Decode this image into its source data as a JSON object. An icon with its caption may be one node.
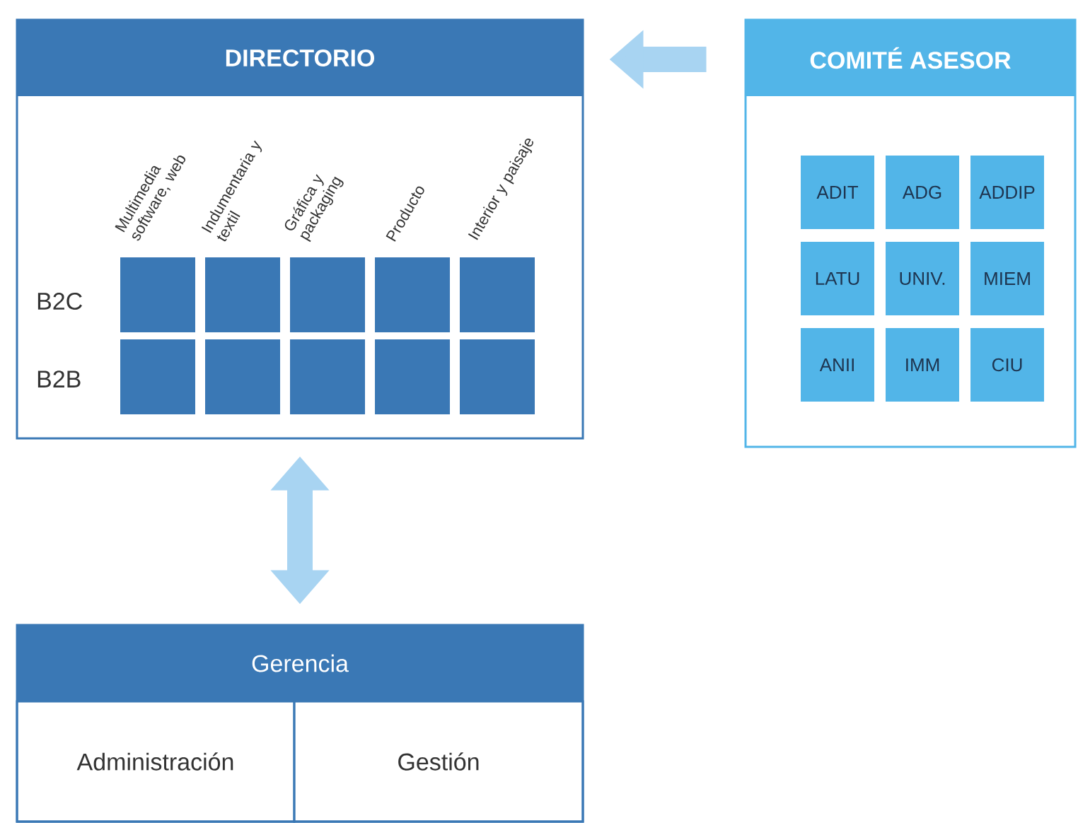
{
  "diagram": {
    "nodes": [
      {
        "text": [
          "DIRECTORIO"
        ]
      },
      {
        "text": [],
        "shape": "box",
        "in": 0
      },
      {
        "text": [],
        "shape": "box",
        "in": 0
      },
      {
        "text": [],
        "shape": "box",
        "in": 0
      },
      {
        "text": [],
        "shape": "box",
        "in": 0
      },
      {
        "text": [],
        "shape": "box",
        "in": 0
      },
      {
        "text": [],
        "shape": "box",
        "in": 0
      },
      {
        "text": [],
        "shape": "box",
        "in": 0
      },
      {
        "text": [],
        "shape": "box",
        "in": 0
      },
      {
        "text": [],
        "shape": "box",
        "in": 0
      },
      {
        "text": [],
        "shape": "box",
        "in": 0
      },
      {
        "text": [
          "COMITÉ ASESOR"
        ]
      },
      {
        "text": [
          "ADIT"
        ],
        "in": 11
      },
      {
        "text": [
          "ADG"
        ],
        "in": 11
      },
      {
        "text": [
          "ADDIP"
        ],
        "in": 11
      },
      {
        "text": [
          "LATU"
        ],
        "in": 11
      },
      {
        "text": [
          "UNIV."
        ],
        "in": 11
      },
      {
        "text": [
          "MIEM"
        ],
        "in": 11
      },
      {
        "text": [
          "ANII"
        ],
        "in": 11
      },
      {
        "text": [
          "IMM"
        ],
        "in": 11
      },
      {
        "text": [
          "CIU"
        ],
        "in": 11
      },
      {
        "text": [
          "Gerencia"
        ]
      },
      {
        "text": [
          "Administración"
        ],
        "in": 21
      },
      {
        "text": [
          "Gestión"
        ],
        "in": 21
      }
    ],
    "edges": [
      {
        "from": 11,
        "to": 0,
        "arrow": "to"
      },
      {
        "from": 0,
        "to": 21,
        "arrow": "both"
      }
    ],
    "labels": [
      "Multimedia software, web",
      "Indumentaria y textil",
      "Gráfica y packaging",
      "Producto",
      "Interior y paisaje",
      "B2C",
      "B2B"
    ]
  }
}
